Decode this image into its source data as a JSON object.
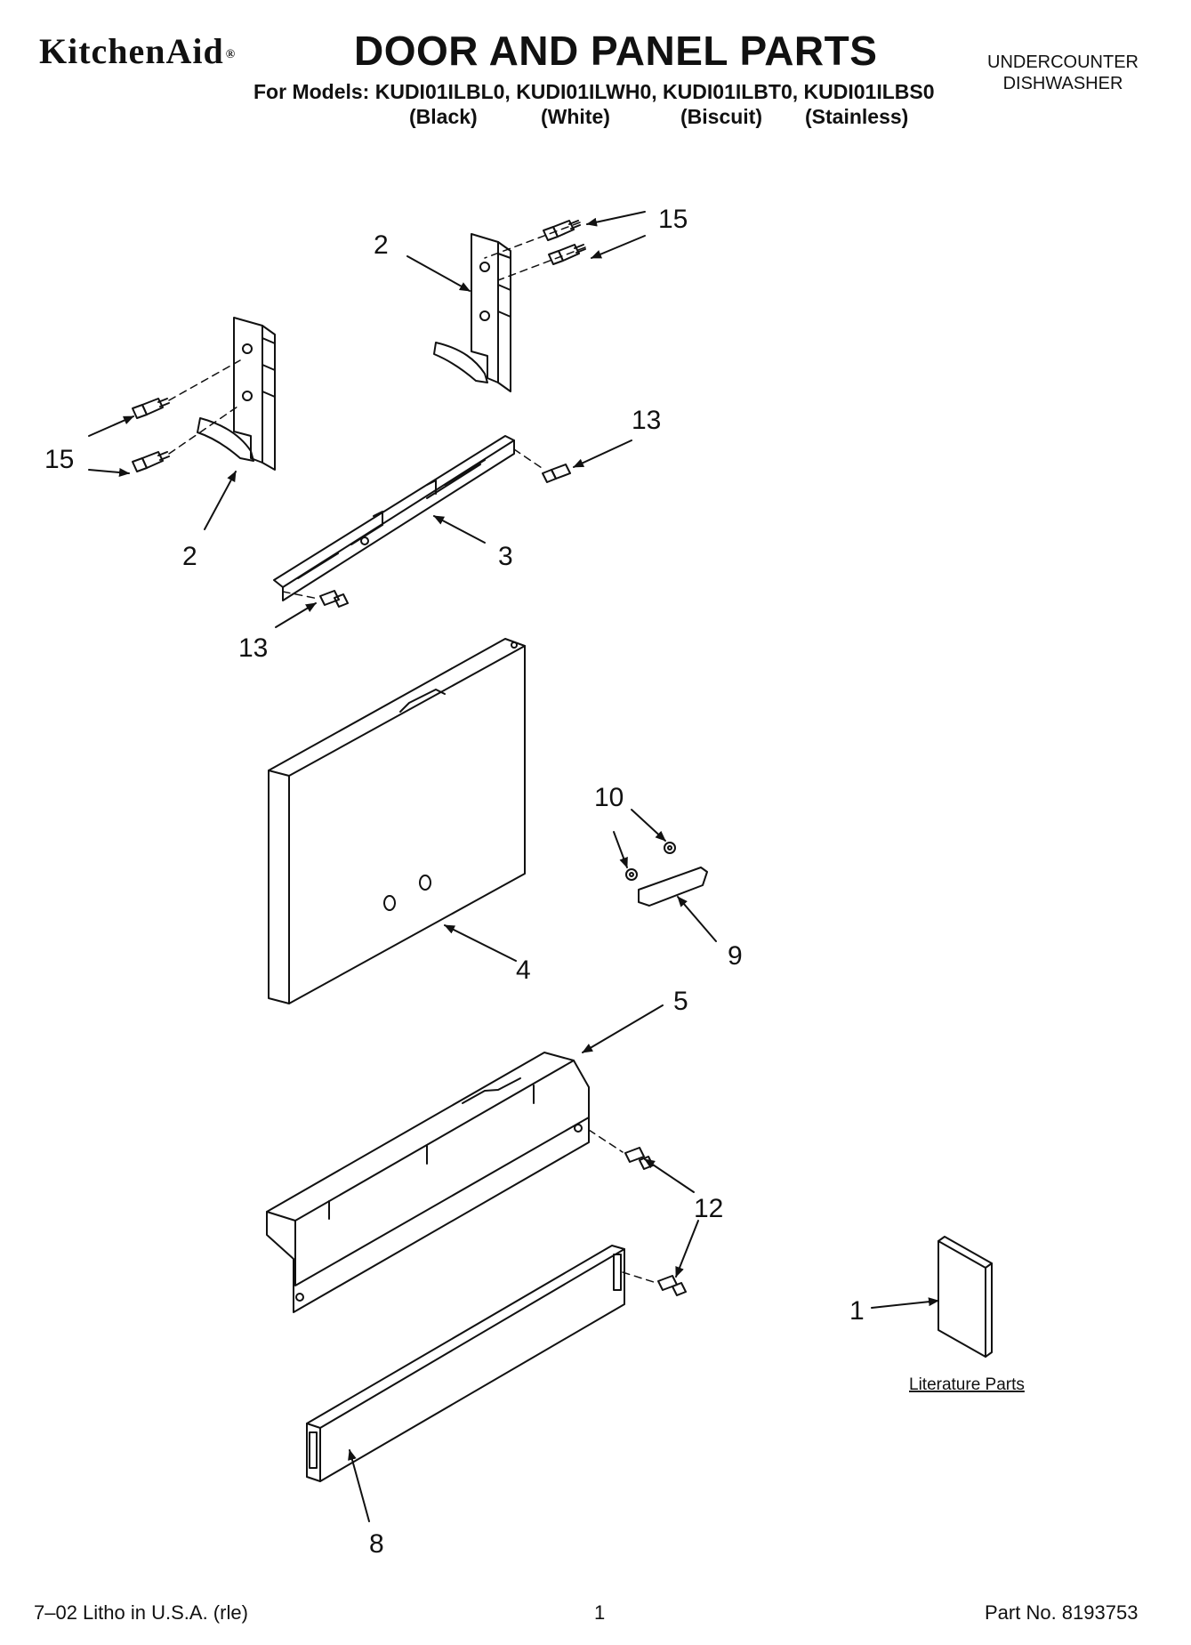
{
  "header": {
    "brand": "KitchenAid",
    "brand_mark": "®",
    "title": "DOOR AND PANEL PARTS",
    "models_line": "For Models: KUDI01ILBL0, KUDI01ILWH0, KUDI01ILBT0, KUDI01ILBS0",
    "variants": [
      "(Black)",
      "(White)",
      "(Biscuit)",
      "(Stainless)"
    ],
    "category_line1": "UNDERCOUNTER",
    "category_line2": "DISHWASHER"
  },
  "callouts": {
    "c15a": "15",
    "c2a": "2",
    "c2b": "2",
    "c15b": "15",
    "c13a": "13",
    "c3": "3",
    "c13b": "13",
    "c10": "10",
    "c9": "9",
    "c4": "4",
    "c5": "5",
    "c12": "12",
    "c1": "1",
    "c8": "8"
  },
  "literature_label": "Literature Parts",
  "footer": {
    "left": "7–02 Litho in U.S.A. (rle)",
    "page": "1",
    "part_no": "Part No. 8193753"
  }
}
